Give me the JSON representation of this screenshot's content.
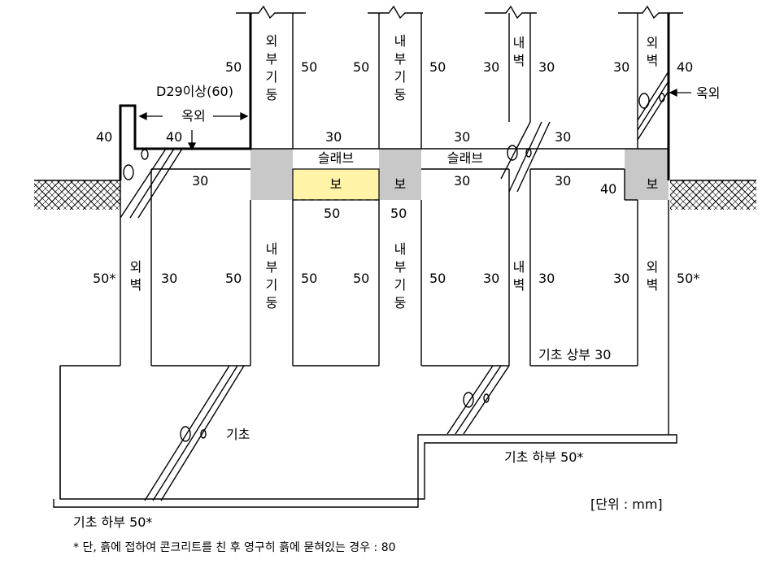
{
  "unit_note": "[단위 : mm]",
  "footnote": "* 단, 흙에 접하여 콘크리트를 친 후 영구히 흙에 묻혀있는 경우 : 80",
  "labels": {
    "exterior_column": "외부기둥",
    "interior_column": "내부기둥",
    "interior_wall": "내벽",
    "exterior_wall": "외벽",
    "slab": "슬래브",
    "beam": "보",
    "outdoor": "옥외",
    "d290": "D29이상(60)",
    "footing": "기초",
    "footing_top": "기초 상부",
    "footing_bottom": "기초 하부"
  },
  "values": {
    "v50": "50",
    "v30": "30",
    "v40": "40",
    "v50star": "50*",
    "footing_top_val": "30",
    "footing_bottom_val": "50*"
  }
}
